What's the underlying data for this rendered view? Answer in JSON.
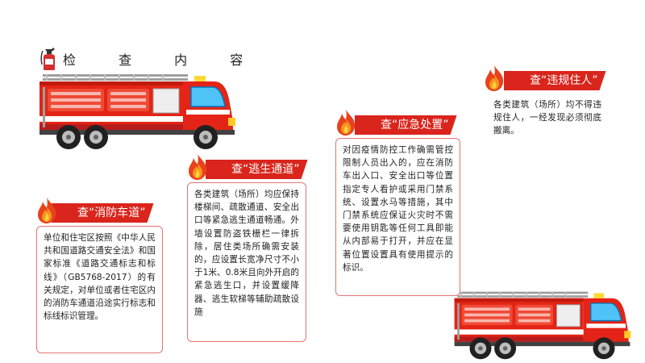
{
  "header": {
    "title": "检 查 内 容"
  },
  "cards": [
    {
      "tag": "查“消防车道”",
      "body": "单位和住宅区按照《中华人民共和国道路交通安全法》和国家标准《道路交通标志和标线》（GB5768-2017）的有关规定，对单位或者住宅区内的消防车通道沿途实行标志和标线标识管理。"
    },
    {
      "tag": "查“逃生通道”",
      "body": "各类建筑（场所）均应保持楼梯间、疏散通道、安全出口等紧急逃生通道畅通。外墙设置防盗铁栅栏一律拆除，居住类场所确需安装的，应设置长宽净尺寸不小于1米、0.8米且向外开启的紧急逃生口，并设置缓降器、逃生软梯等辅助疏散设施"
    },
    {
      "tag": "查“应急处置”",
      "body": "对因疫情防控工作确需管控限制人员出入的，应在消防车出入口、安全出口等位置指定专人看护或采用门禁系统、设置水马等措施，其中门禁系统应保证火灾时不需要使用钥匙等任何工具即能从内部易于打开，并应在显著位置设置具有使用提示的标识。"
    },
    {
      "tag": "查“违规住人”",
      "body": "各类建筑（场所）均不得违规住人，一经发现必须彻底搬离。"
    }
  ],
  "colors": {
    "accent": "#d9251c",
    "border": "#e57373"
  }
}
